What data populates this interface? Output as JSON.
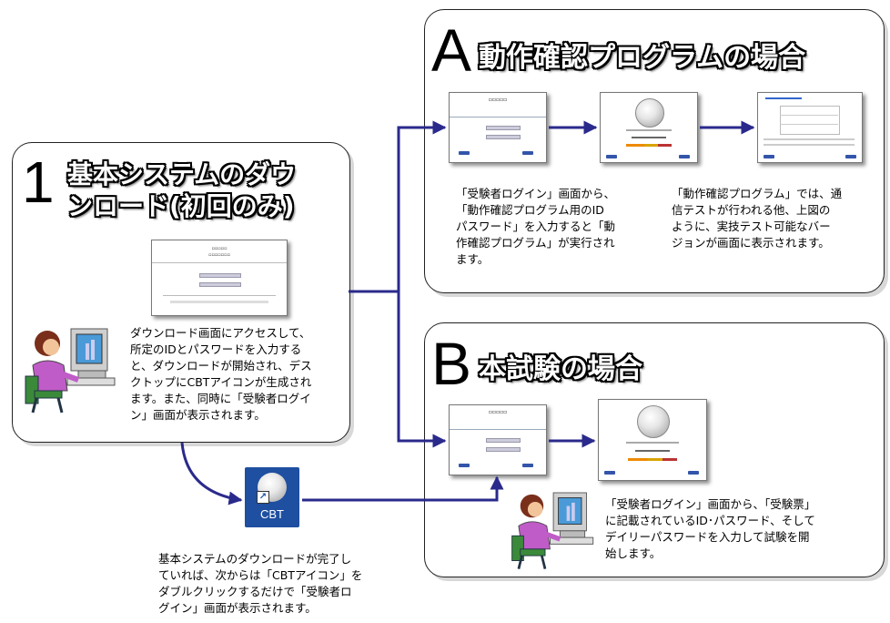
{
  "panel1": {
    "number": "1",
    "title_line1": "基本システムのダウ",
    "title_line2": "ンロード(初回のみ)",
    "desc": [
      "ダウンロード画面にアクセスして、",
      "所定のIDとパスワードを入力する",
      "と、ダウンロードが開始され、デス",
      "クトップにCBTアイコンが生成され",
      "ます。また、同時に「受験者ログイ",
      "ン」画面が表示されます。"
    ]
  },
  "panelA": {
    "letter": "A",
    "title": "動作確認プログラムの場合",
    "desc_left": [
      "「受験者ログイン」画面から、",
      "「動作確認プログラム用のID",
      "パスワード」を入力すると「動",
      "作確認プログラム」が実行され",
      "ます。"
    ],
    "desc_right": [
      "「動作確認プログラム」では、通",
      "信テストが行われる他、上図の",
      "ように、実技テスト可能なバー",
      "ジョンが画面に表示されます。"
    ]
  },
  "panelB": {
    "letter": "B",
    "title": "本試験の場合",
    "desc": [
      "「受験者ログイン」画面から、「受験票」",
      "に記載されているID･パスワード、そして",
      "デイリーパスワードを入力して試験を開",
      "始します。"
    ]
  },
  "cbt": {
    "icon_label": "CBT",
    "desc": [
      "基本システムのダウンロードが完了し",
      "ていれば、次からは「CBTアイコン」を",
      "ダブルクリックするだけで「受験者ロ",
      "グイン」画面が表示されます。"
    ]
  },
  "colors": {
    "connector": "#2a2a8c",
    "cbt_icon_bg": "#1e4fa0"
  }
}
